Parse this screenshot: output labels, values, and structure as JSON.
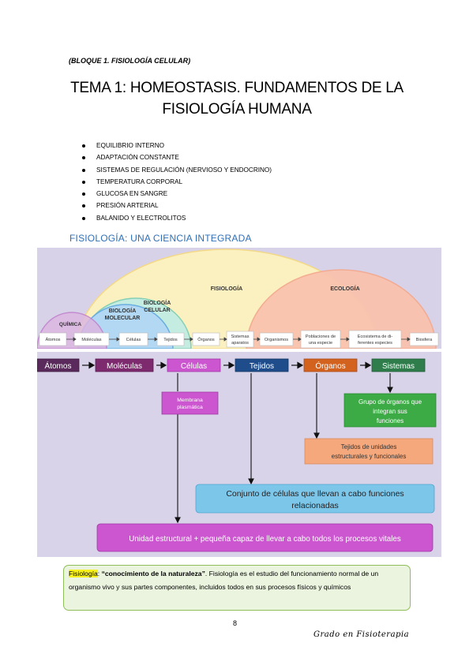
{
  "header": {
    "block": "(BLOQUE 1. FISIOLOGÍA CELULAR)",
    "title_line1": "TEMA 1: HOMEOSTASIS. FUNDAMENTOS DE LA",
    "title_line2": "FISIOLOGÍA HUMANA"
  },
  "bullets": [
    "EQUILIBRIO INTERNO",
    "ADAPTACIÓN CONSTANTE",
    "SISTEMAS DE REGULACIÓN (NERVIOSO Y ENDOCRINO)",
    "TEMPERATURA CORPORAL",
    "GLUCOSA EN SANGRE",
    "PRESIÓN ARTERIAL",
    "BALANIDO Y ELECTROLITOS"
  ],
  "section_title": "FISIOLOGÍA: UNA CIENCIA INTEGRADA",
  "figure1": {
    "arcs": {
      "fisiologia": "FISIOLOGÍA",
      "ecologia": "ECOLOGÍA",
      "biologia_celular_1": "BIOLOGÍA",
      "biologia_celular_2": "CELULAR",
      "biologia_molecular_1": "BIOLOGÍA",
      "biologia_molecular_2": "MOLECULAR",
      "quimica": "QUÍMICA"
    },
    "levels": [
      "Átomos",
      "Moléculas",
      "Células",
      "Tejidos",
      "Órganos",
      "Sistemas",
      "aparatos",
      "Organismos",
      "Poblaciones de",
      "una especie",
      "Ecosistema de di-",
      "ferentes especies",
      "Biosfera"
    ]
  },
  "figure2": {
    "chain": [
      "Átomos",
      "Moléculas",
      "Células",
      "Tejidos",
      "Órganos",
      "Sistemas"
    ],
    "membrana_1": "Membrana",
    "membrana_2": "plasmática",
    "sistemas_def_1": "Grupo de órganos que",
    "sistemas_def_2": "integran sus",
    "sistemas_def_3": "funciones",
    "organos_def_1": "Tejidos de unidades",
    "organos_def_2": "estructurales y funcionales",
    "tejidos_def_1": "Conjunto de células que llevan a cabo funciones",
    "tejidos_def_2": "relacionadas",
    "celulas_def": "Unidad estructural + pequeña capaz de llevar a cabo todos los procesos vitales"
  },
  "definition": {
    "term": "Fisiología",
    "colon": ": ",
    "quote": "“conocimiento de la naturaleza”",
    "text": ". Fisiología es el estudio del funcionamiento normal de un organismo vivo y sus partes componentes, incluidos todos en sus procesos físicos y químicos"
  },
  "page_number": "8",
  "footer": "Grado en Fisioterapia"
}
